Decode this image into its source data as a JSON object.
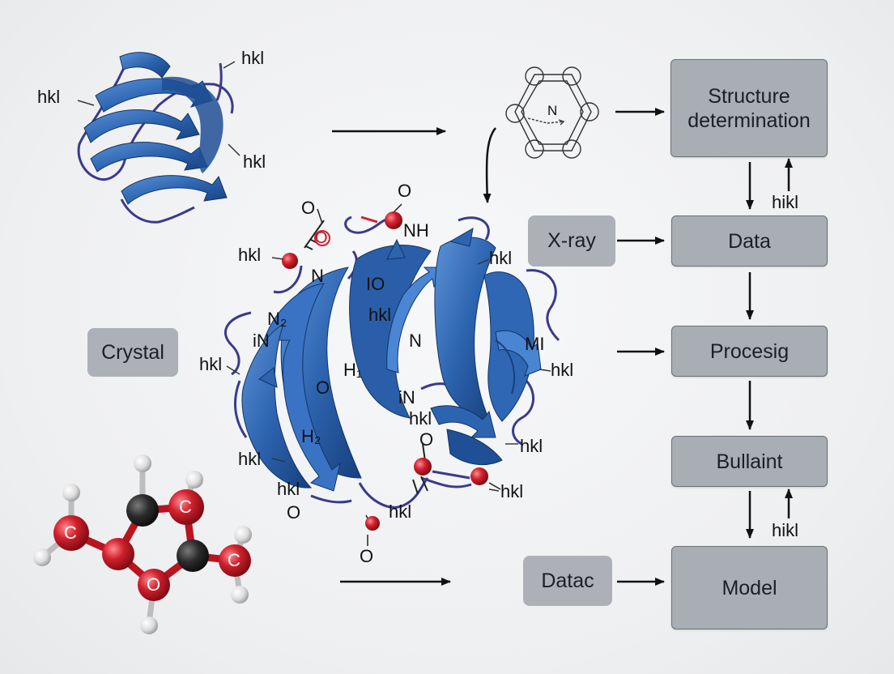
{
  "flow_boxes": {
    "structure_line1": "Structure",
    "structure_line2": "determination",
    "data": "Data",
    "processing": "Procesig",
    "building": "Bullaint",
    "model": "Model"
  },
  "side_chips": {
    "xray": "X-ray",
    "crystal": "Crystal",
    "datac": "Datac"
  },
  "arrow_labels": {
    "struct_data": "hikl",
    "build_model": "hikl"
  },
  "small_protein_labels": [
    "hkl",
    "hkl",
    "hkl"
  ],
  "ring": {
    "center_label": "N"
  },
  "main_protein_labels": {
    "top_o": "O",
    "nh": "NH",
    "hkl_top_left": "hkl",
    "o_ring": "O",
    "o_small": "O",
    "n_left": "N",
    "io": "IO",
    "hkl_inner": "hkl",
    "n2": "N₂",
    "in_left": "iN",
    "hkl_left": "hkl",
    "hkl_right_top": "hkl",
    "mi": "MI",
    "hkl_right": "hkl",
    "n_center": "N",
    "h1": "H₁",
    "o_center": "O",
    "in_center": "iN",
    "hkl_center": "hkl",
    "h2": "H₂",
    "hkl_lower_left": "hkl",
    "hkl_bottom_left": "hkl",
    "o_bottom_left": "O",
    "o_lower_center": "O",
    "hkl_lower_right": "hkl",
    "hkl_red_end": "hkl",
    "hkl_bottom": "hkl",
    "o_bottom": "O"
  },
  "molecule": {
    "atom_labels": [
      "C",
      "C",
      "O",
      "C"
    ]
  },
  "colors": {
    "ribbon": "#2d64b0",
    "coil": "#3a3a8c",
    "oxygen": "#d0202d",
    "carbon": "#2b2b2b",
    "hydrogen": "#e9e9e9",
    "box_fill": "#a9aeb4"
  }
}
